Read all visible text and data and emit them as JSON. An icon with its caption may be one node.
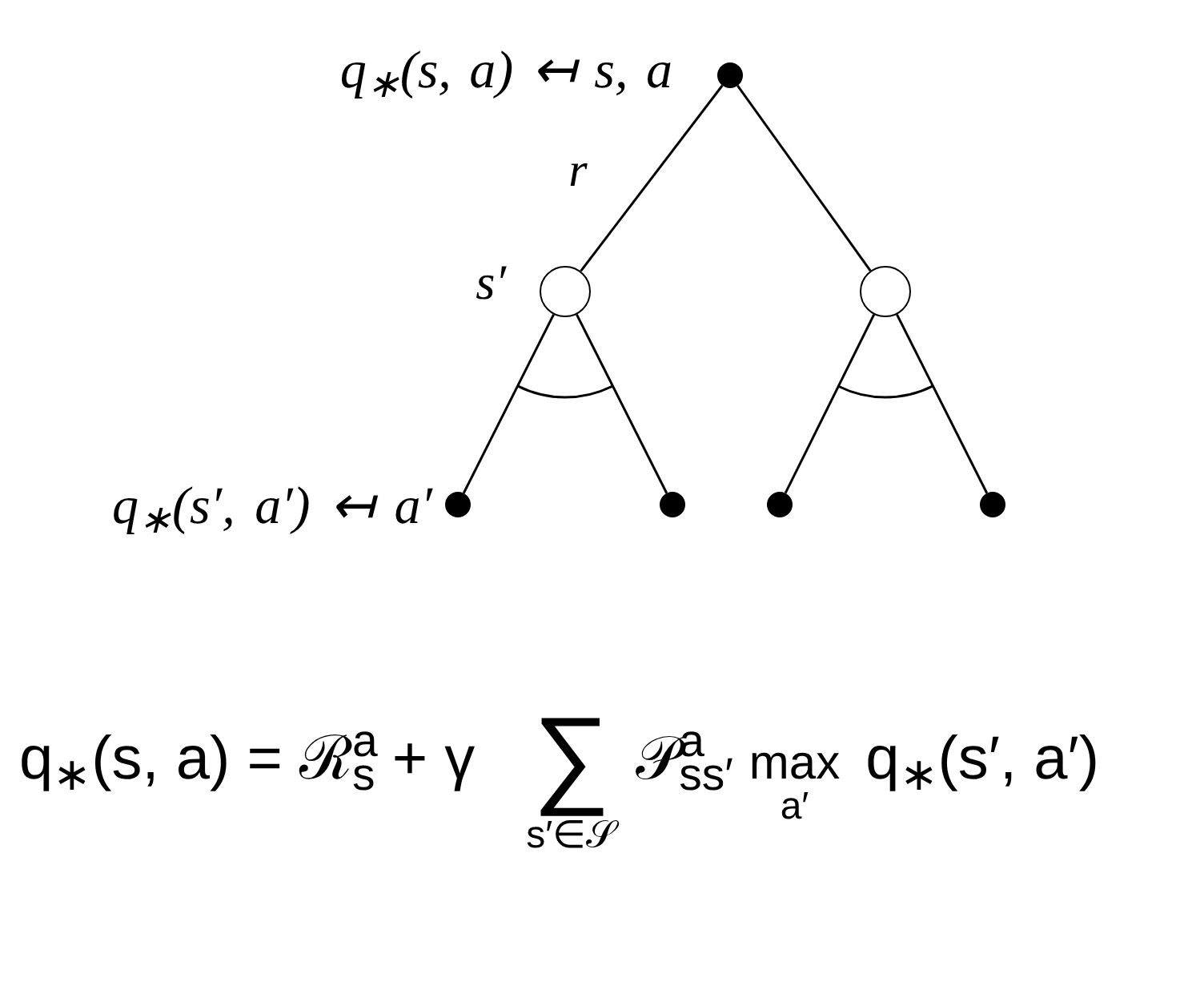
{
  "diagram": {
    "nodes": [
      {
        "text": [],
        "shape": "dot",
        "beside": [
          "q$_{∗}$(s, a) ↤ s, a"
        ]
      },
      {
        "text": [],
        "shape": "circle",
        "beside": [
          "s′"
        ]
      },
      {
        "text": [],
        "shape": "circle"
      },
      {
        "text": [],
        "shape": "dot",
        "beside": [
          "q$_{∗}$(s′, a′) ↤ a′"
        ]
      },
      {
        "text": [],
        "shape": "dot"
      },
      {
        "text": [],
        "shape": "dot"
      },
      {
        "text": [],
        "shape": "dot"
      }
    ],
    "edges": [
      {
        "from": 0,
        "to": 1,
        "arrow": "none",
        "label": "r"
      },
      {
        "from": 0,
        "to": 2,
        "arrow": "none"
      },
      {
        "from": 1,
        "to": 3,
        "arrow": "none"
      },
      {
        "from": 1,
        "to": 4,
        "arrow": "none"
      },
      {
        "from": 2,
        "to": 5,
        "arrow": "none"
      },
      {
        "from": 2,
        "to": 6,
        "arrow": "none"
      }
    ],
    "labels": [
      "q$_{∗}$(s, a) = ℛ$^{a}$$_{s}$ + γ",
      "∑",
      "s′∈𝒮",
      "𝒫$^{a}$$_{ss′}$",
      "max",
      "a′",
      "q$_{∗}$(s′, a′)"
    ]
  }
}
